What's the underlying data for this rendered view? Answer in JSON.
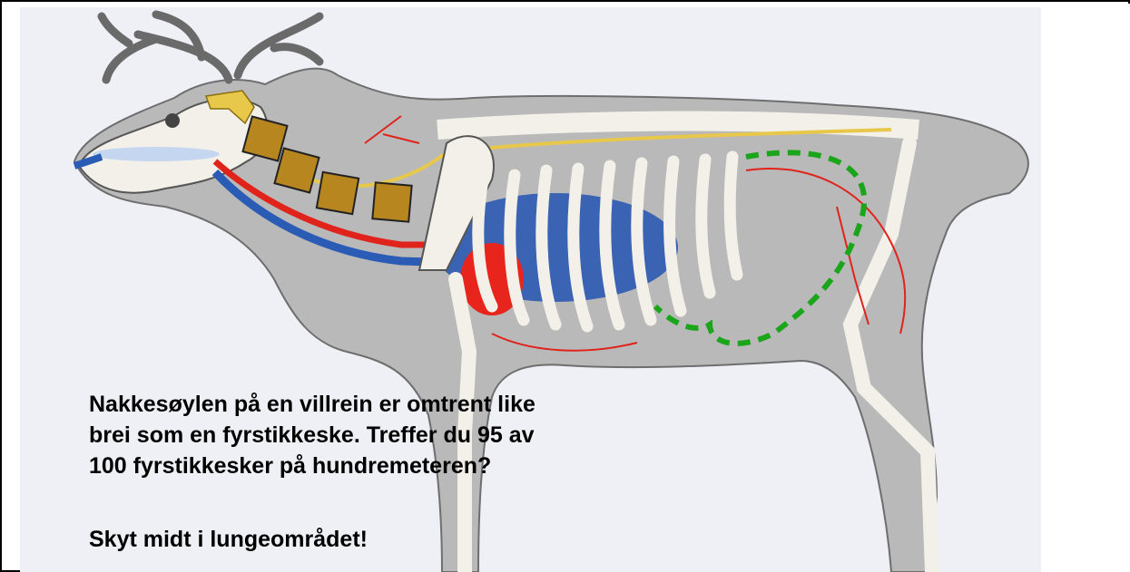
{
  "caption": {
    "lines": [
      "Nakkesøylen på en villrein er omtrent like",
      "brei som en fyrstikkeske. Treffer du 95 av",
      "100 fyrstikkesker på hundremeteren?"
    ],
    "call_to_action": "Skyt midt i lungeområdet!"
  },
  "colors": {
    "fur": "#b9b9b9",
    "bone": "#f2f0e8",
    "artery": "#e0231b",
    "vein": "#2a5bb5",
    "lungs": "#3a63b4",
    "heart": "#e8251d",
    "spinal_cord": "#e8c84a",
    "target_outline": "#1aa51a",
    "matchbox": "#b8861f"
  },
  "icons": {
    "reindeer": "reindeer-anatomy-illustration",
    "matchbox": "matchbox-icon"
  }
}
